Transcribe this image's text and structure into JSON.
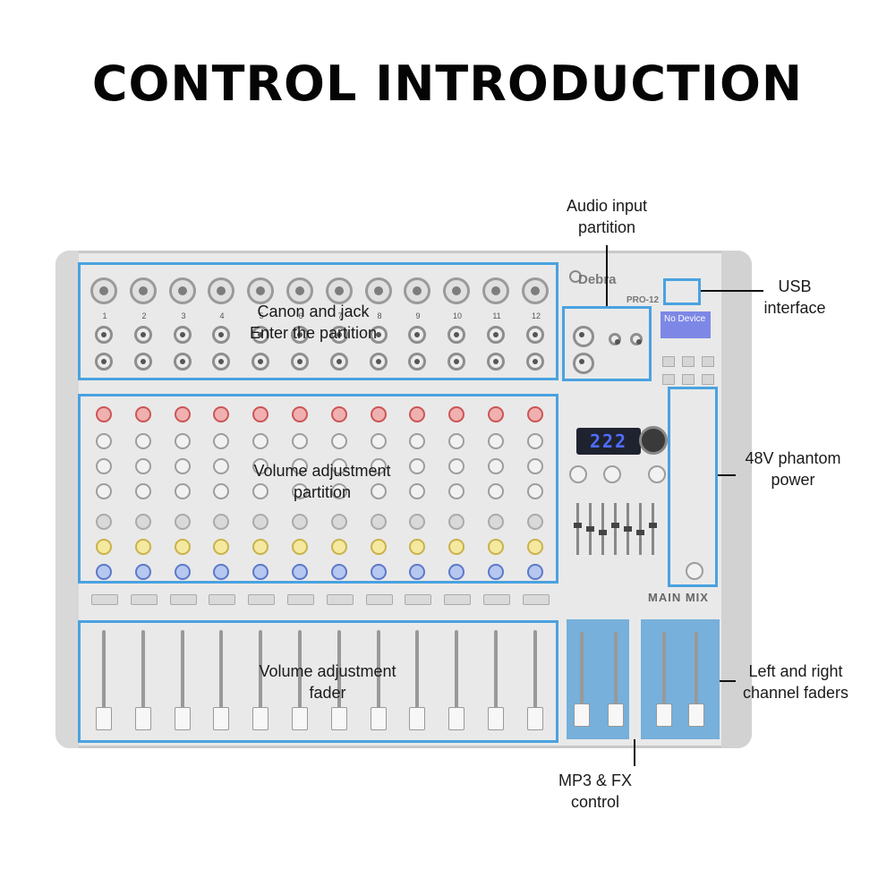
{
  "title": "CONTROL INTRODUCTION",
  "device": {
    "brand": "Debra",
    "model": "PRO-12",
    "display_text": "No Device",
    "fx_display": "222",
    "main_mix_label": "MAIN MIX",
    "channels": [
      "1",
      "2",
      "3",
      "4",
      "5",
      "6",
      "7",
      "8",
      "9",
      "10",
      "11",
      "12"
    ]
  },
  "callouts": {
    "input_partition": {
      "line1": "Canon and jack",
      "line2": "Enter the partition"
    },
    "volume_partition": {
      "line1": "Volume adjustment",
      "line2": "partition"
    },
    "volume_fader": {
      "line1": "Volume adjustment",
      "line2": "fader"
    },
    "audio_input": {
      "line1": "Audio input",
      "line2": "partition"
    },
    "usb": {
      "line1": "USB",
      "line2": "interface"
    },
    "phantom": {
      "line1": "48V phantom",
      "line2": "power"
    },
    "lr_faders": {
      "line1": "Left and right",
      "line2": "channel faders"
    },
    "mp3_fx": {
      "line1": "MP3 & FX",
      "line2": "control"
    }
  },
  "colors": {
    "highlight": "#4aa2e0",
    "fill": "#62a6d8"
  }
}
